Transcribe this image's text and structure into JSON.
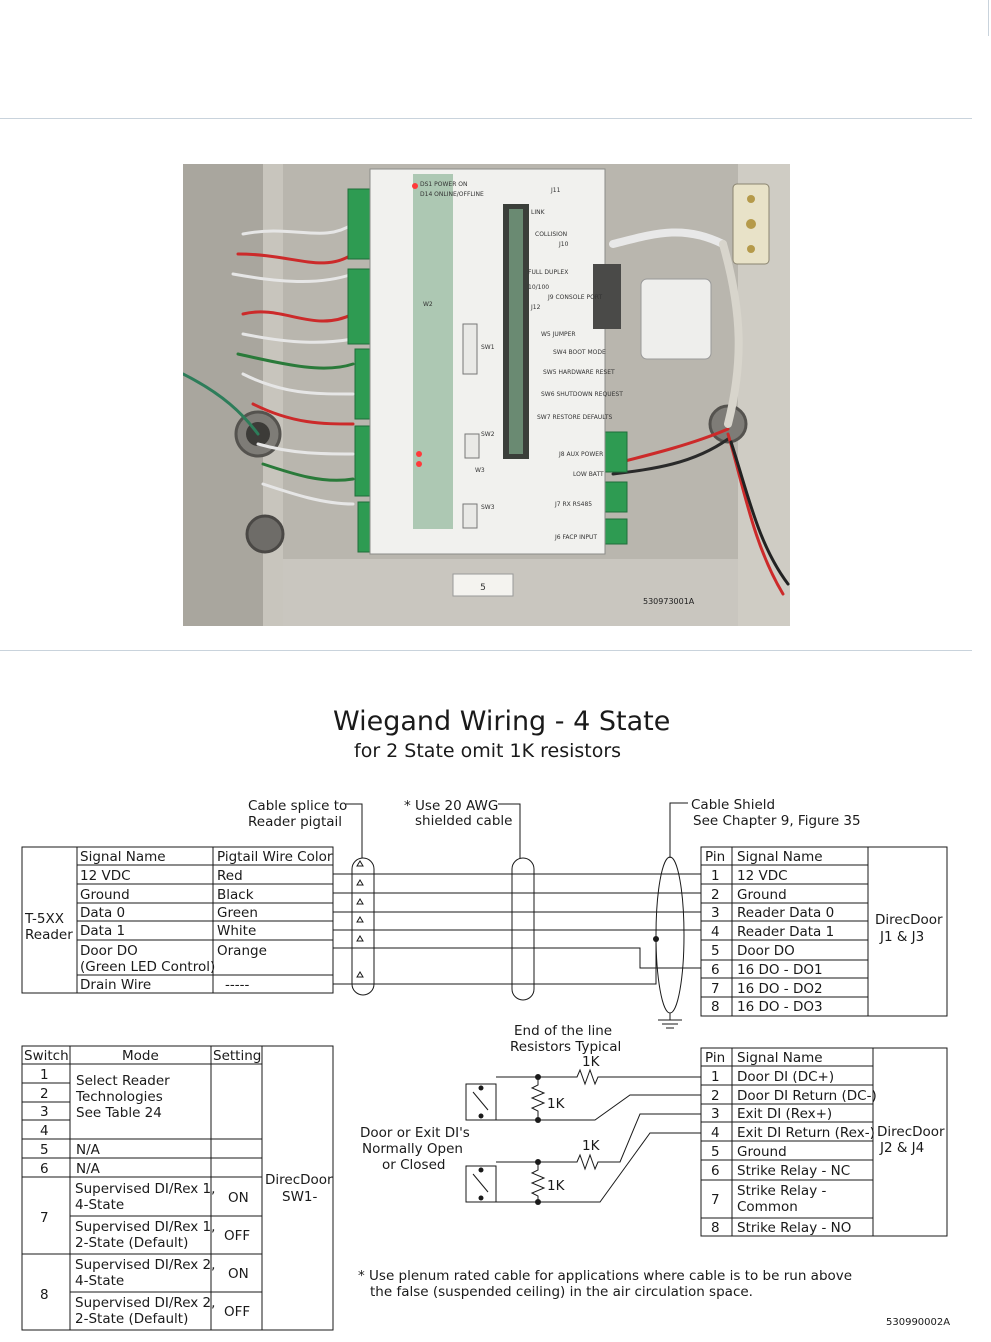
{
  "photo": {
    "figure_id": "530973001A",
    "board_labels": {
      "led_power": "DS1 POWER ON",
      "led_online": "D14 ONLINE/OFFLINE",
      "link": "LINK",
      "collision": "COLLISION",
      "j10": "J10",
      "j11": "J11",
      "full_duplex": "FULL DUPLEX",
      "speed": "10/100",
      "j12": "J12",
      "j9_console": "J9 CONSOLE PORT",
      "sw1": "SW1",
      "w5_jumper": "W5 JUMPER",
      "sw4_boot": "SW4 BOOT MODE",
      "sw5_reset": "SW5 HARDWARE RESET",
      "sw6_shutdown": "SW6 SHUTDOWN REQUEST",
      "sw7_defaults": "SW7 RESTORE DEFAULTS",
      "aux_power": "J8 AUX POWER",
      "low_batt": "LOW BATT",
      "j7_rs485": "J7 RX RS485",
      "j6_facp": "J6 FACP INPUT",
      "sw2": "SW2",
      "sw3": "SW3",
      "w2": "W2",
      "w3": "W3",
      "enclosure_label": "5"
    }
  },
  "diagram": {
    "title": "Wiegand Wiring - 4 State",
    "subtitle": "for 2 State omit 1K resistors",
    "notes": {
      "splice_1": "Cable splice to",
      "splice_2": "Reader pigtail",
      "awg_1": "* Use 20 AWG",
      "awg_2": "shielded cable",
      "shield_1": "Cable Shield",
      "shield_2": "See Chapter 9, Figure 35",
      "eol_1": "End of the line",
      "eol_2": "Resistors Typical",
      "door_1": "Door or Exit DI's",
      "door_2": "Normally Open",
      "door_3": "or Closed",
      "plenum_1": "* Use plenum rated cable for applications where cable is to be run above",
      "plenum_2": "the false (suspended ceiling) in the air circulation space.",
      "figure_id": "530990002A"
    },
    "resistors": {
      "r1": "1K",
      "r2": "1K",
      "r3": "1K",
      "r4": "1K"
    },
    "reader": {
      "name_1": "T-5XX",
      "name_2": "Reader",
      "headers": [
        "Signal Name",
        "Pigtail Wire Color"
      ],
      "rows": [
        {
          "signal": "12 VDC",
          "color": "Red"
        },
        {
          "signal": "Ground",
          "color": "Black"
        },
        {
          "signal": "Data 0",
          "color": "Green"
        },
        {
          "signal": "Data 1",
          "color": "White"
        },
        {
          "signal": "Door DO",
          "signal_2": "(Green LED Control)",
          "color": "Orange"
        },
        {
          "signal": "Drain Wire",
          "color": "-----"
        }
      ]
    },
    "j1j3": {
      "label_1": "DirecDoor",
      "label_2": "J1 & J3",
      "headers": [
        "Pin",
        "Signal Name"
      ],
      "rows": [
        {
          "pin": "1",
          "signal": "12 VDC"
        },
        {
          "pin": "2",
          "signal": "Ground"
        },
        {
          "pin": "3",
          "signal": "Reader Data 0"
        },
        {
          "pin": "4",
          "signal": "Reader Data 1"
        },
        {
          "pin": "5",
          "signal": "Door DO"
        },
        {
          "pin": "6",
          "signal": "16 DO - DO1"
        },
        {
          "pin": "7",
          "signal": "16 DO - DO2"
        },
        {
          "pin": "8",
          "signal": "16 DO - DO3"
        }
      ]
    },
    "switch_table": {
      "label_1": "DirecDoor",
      "label_2": "SW1-",
      "headers": [
        "Switch",
        "Mode",
        "Setting"
      ],
      "sel_mode": [
        "Select Reader",
        "Technologies",
        "See Table 24"
      ],
      "rows": [
        {
          "switch": "1"
        },
        {
          "switch": "2"
        },
        {
          "switch": "3"
        },
        {
          "switch": "4"
        },
        {
          "switch": "5",
          "mode": "N/A"
        },
        {
          "switch": "6",
          "mode": "N/A"
        }
      ],
      "sw7": {
        "switch": "7",
        "a_1": "Supervised DI/Rex 1,",
        "a_2": "4-State",
        "a_set": "ON",
        "b_1": "Supervised DI/Rex 1,",
        "b_2": "2-State (Default)",
        "b_set": "OFF"
      },
      "sw8": {
        "switch": "8",
        "a_1": "Supervised DI/Rex 2,",
        "a_2": "4-State",
        "a_set": "ON",
        "b_1": "Supervised DI/Rex 2,",
        "b_2": "2-State (Default)",
        "b_set": "OFF"
      }
    },
    "j2j4": {
      "label_1": "DirecDoor",
      "label_2": "J2 & J4",
      "headers": [
        "Pin",
        "Signal Name"
      ],
      "rows": [
        {
          "pin": "1",
          "signal": "Door DI (DC+)"
        },
        {
          "pin": "2",
          "signal": "Door DI Return (DC-)"
        },
        {
          "pin": "3",
          "signal": "Exit DI (Rex+)"
        },
        {
          "pin": "4",
          "signal": "Exit DI Return (Rex-)"
        },
        {
          "pin": "5",
          "signal": "Ground"
        },
        {
          "pin": "6",
          "signal": "Strike Relay - NC"
        },
        {
          "pin": "7",
          "signal": "Strike Relay -",
          "signal_2": "Common"
        },
        {
          "pin": "8",
          "signal": "Strike Relay - NO"
        }
      ]
    }
  }
}
